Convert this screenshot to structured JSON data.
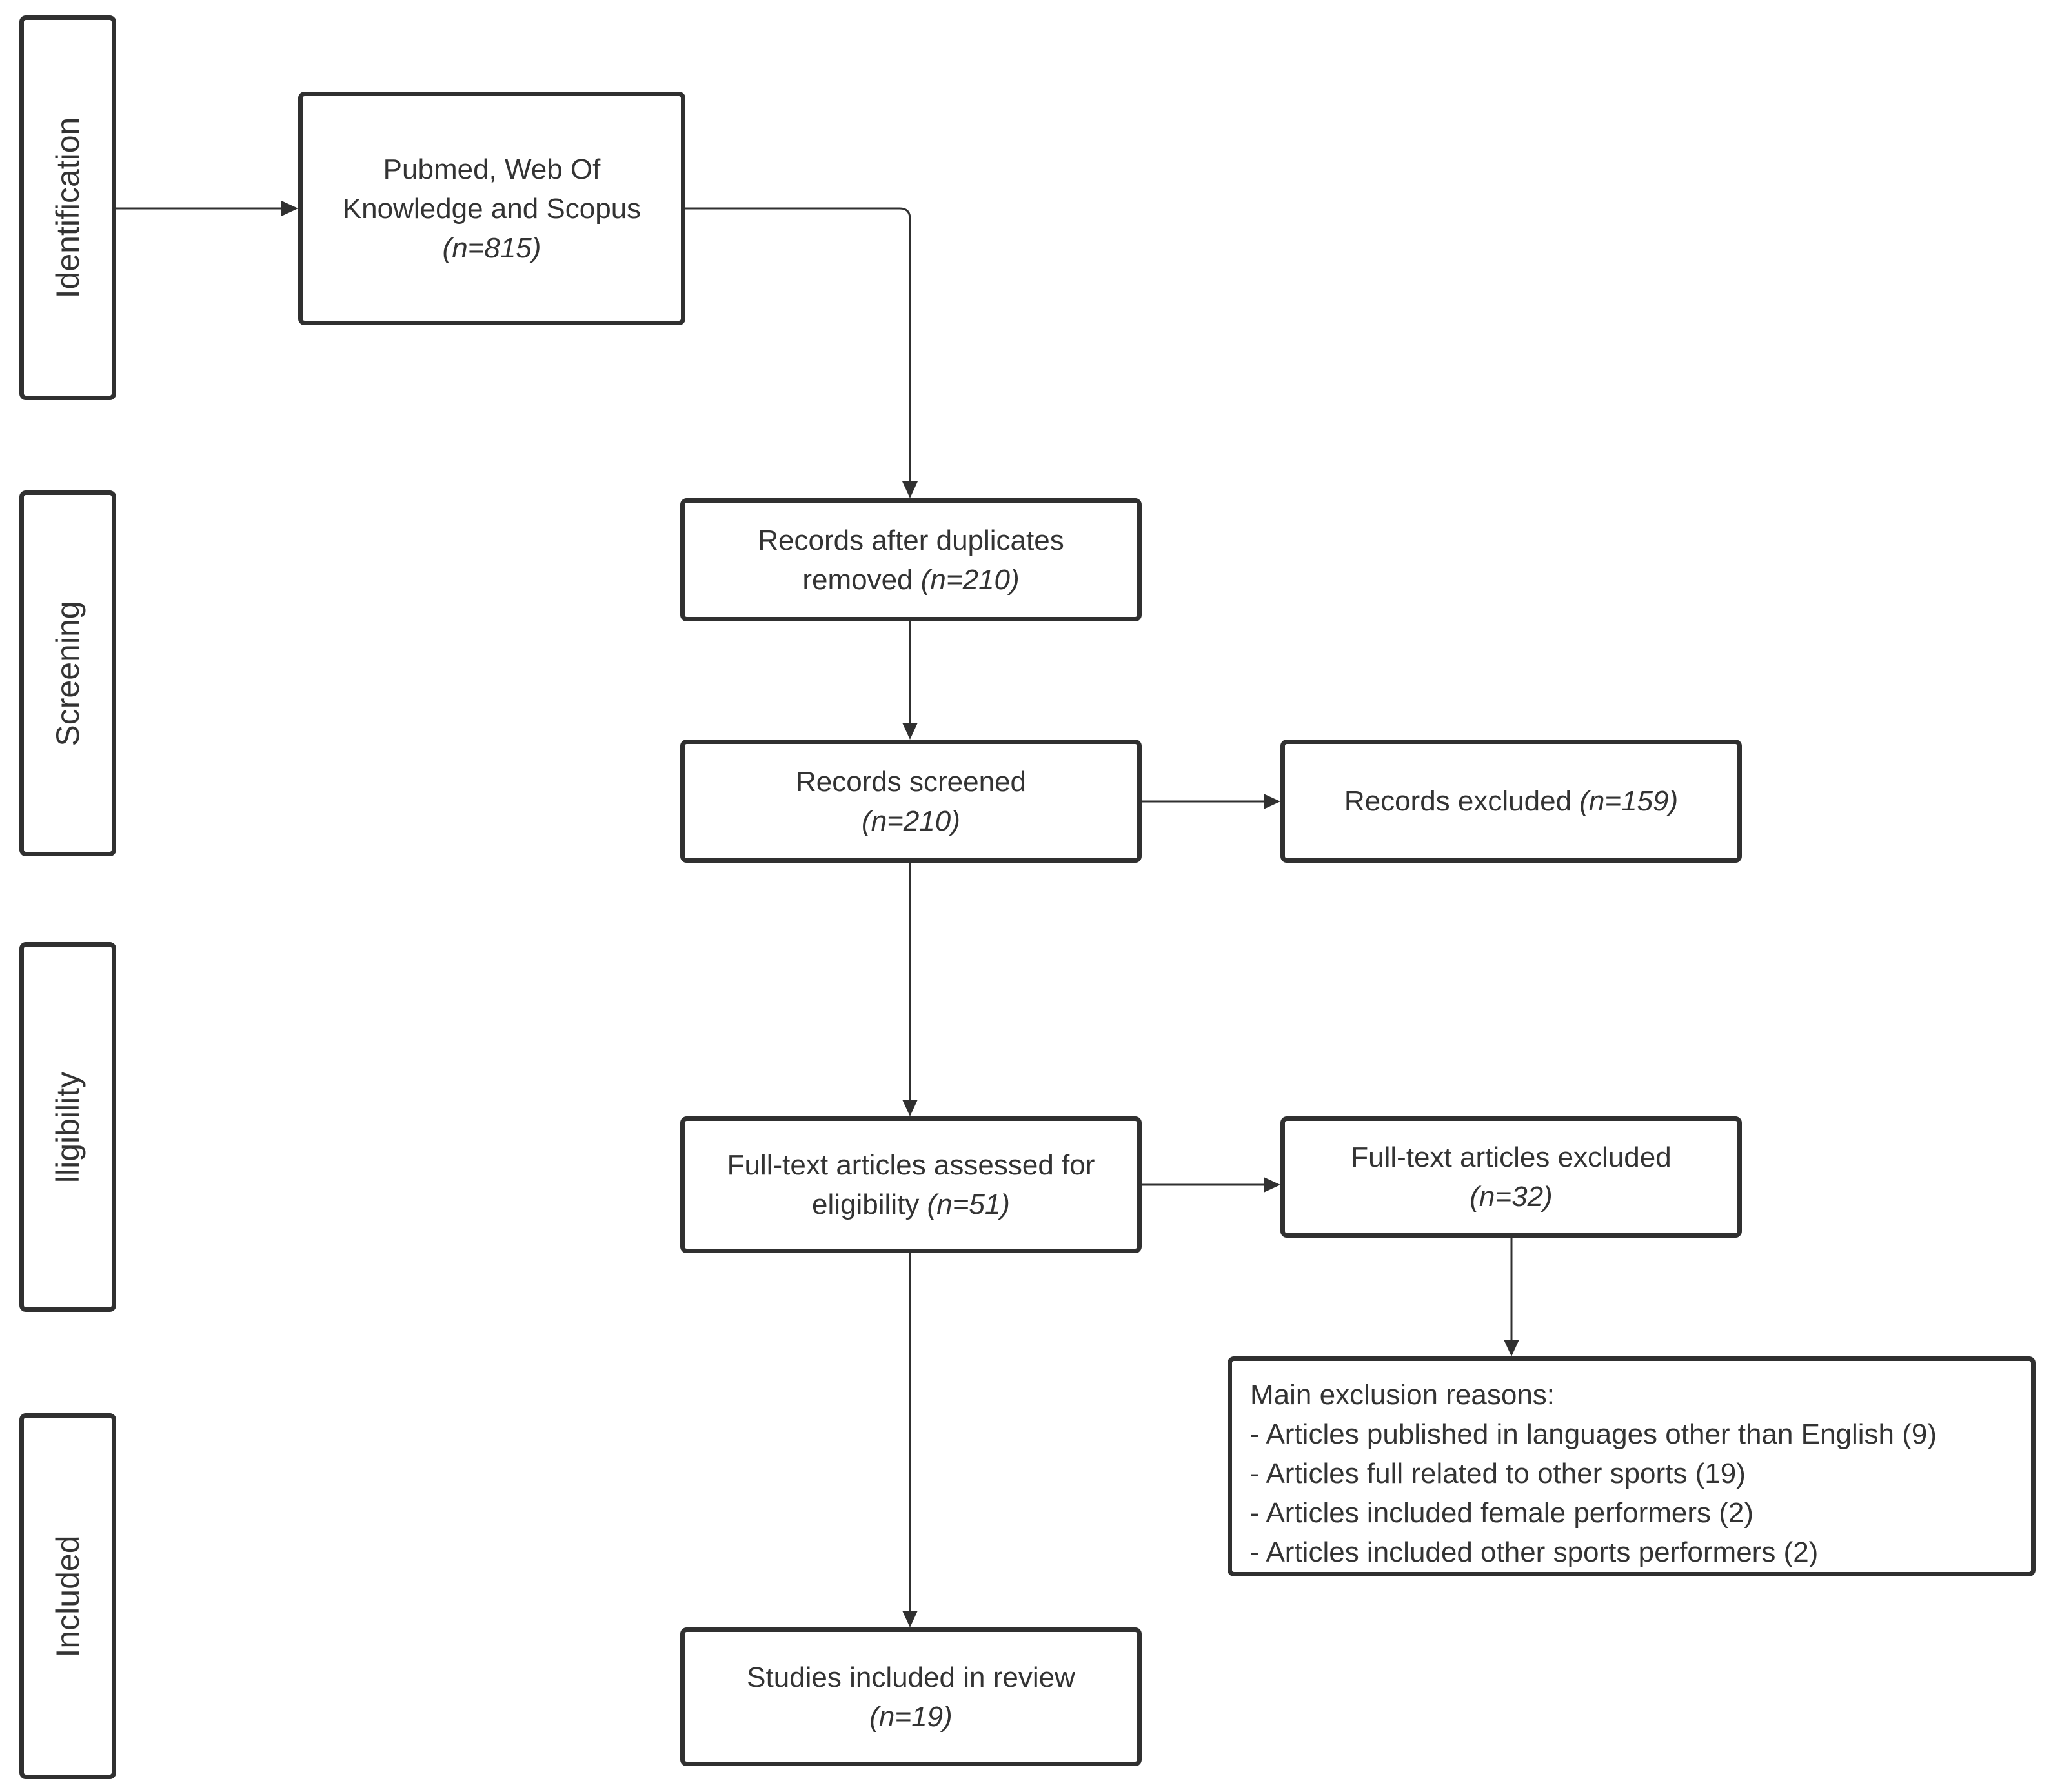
{
  "stages": {
    "identification": "Identification",
    "screening": "Screening",
    "eligibility": "lligibility",
    "included": "Included"
  },
  "boxes": {
    "sources": {
      "line1": "Pubmed, Web Of",
      "line2": "Knowledge and Scopus",
      "count": "(n=815)"
    },
    "duplicates_removed": {
      "line1": "Records after duplicates",
      "line2": "removed",
      "count": "(n=210)"
    },
    "screened": {
      "line1": "Records screened",
      "count": "(n=210)"
    },
    "excluded": {
      "line1": "Records excluded",
      "count": "(n=159)"
    },
    "fulltext_assessed": {
      "line1": "Full-text articles assessed for",
      "line2": "eligibility",
      "count": "(n=51)"
    },
    "fulltext_excluded": {
      "line1": "Full-text articles excluded",
      "count": "(n=32)"
    },
    "included": {
      "line1": "Studies included in review",
      "count": "(n=19)"
    }
  },
  "exclusion_reasons": {
    "title": "Main exclusion reasons:",
    "items": [
      "- Articles published in languages other than English (9)",
      "- Articles full related to other sports (19)",
      "- Articles included female performers (2)",
      "- Articles included other sports performers (2)"
    ]
  },
  "colors": {
    "border": "#303030",
    "text": "#333333",
    "background": "#ffffff"
  }
}
